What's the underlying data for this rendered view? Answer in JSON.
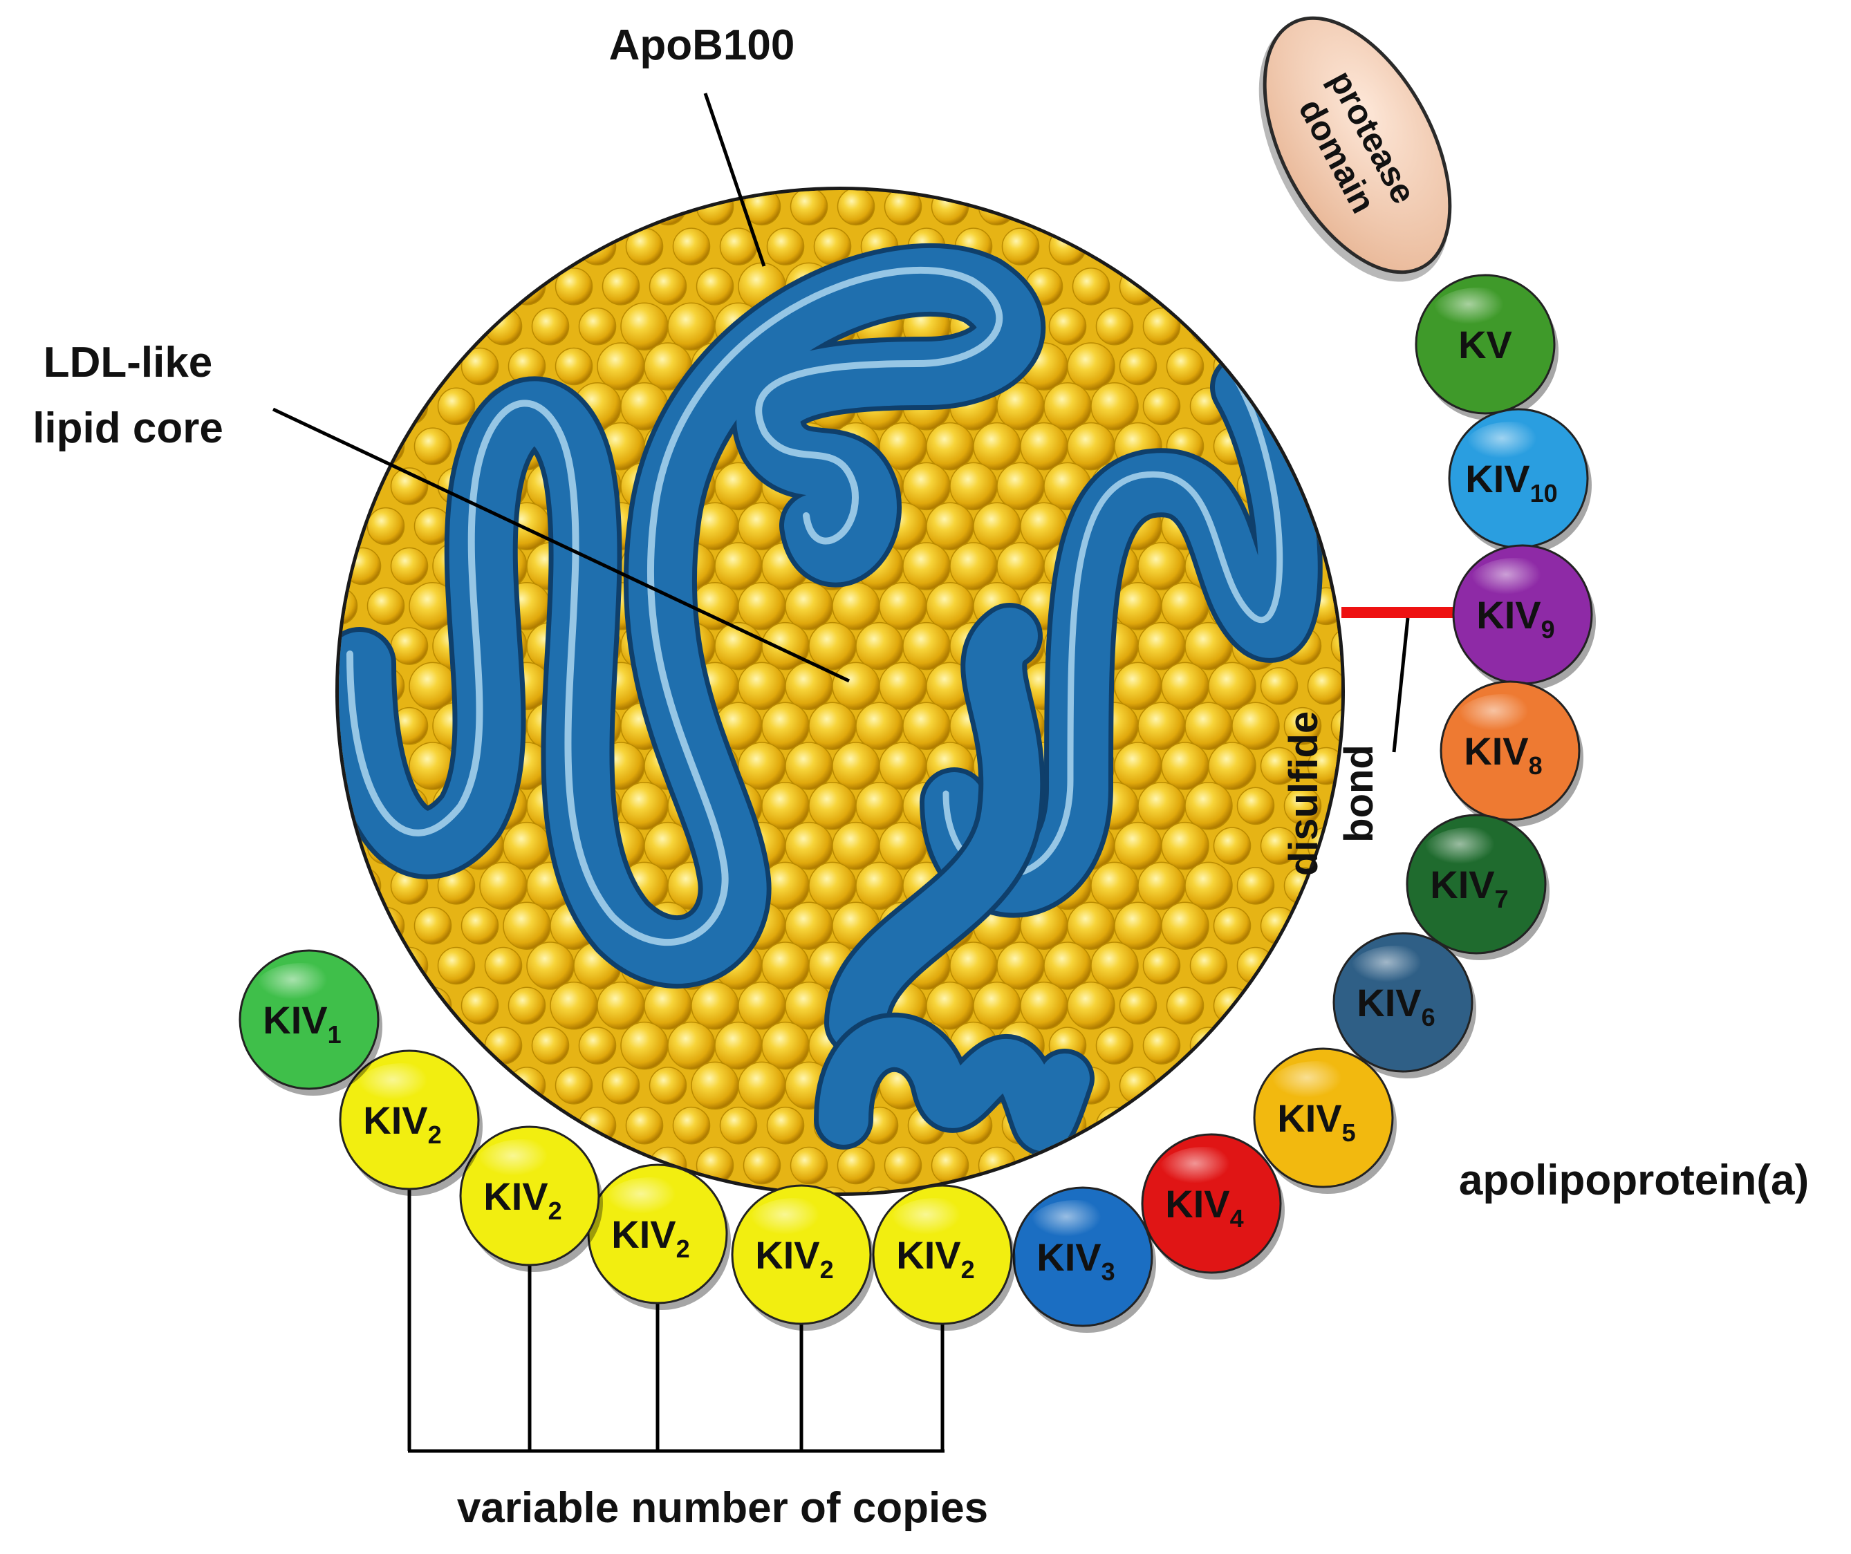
{
  "labels": {
    "apob100": "ApoB100",
    "lipid_core_line1": "LDL-like",
    "lipid_core_line2": "lipid core",
    "protease_line1": "protease",
    "protease_line2": "domain",
    "disulfide_line1": "disulfide",
    "disulfide_line2": "bond",
    "apolipoprotein": "apolipoprotein(a)",
    "variable_copies": "variable number of copies"
  },
  "kringles": [
    {
      "id": "kv",
      "base": "KV",
      "sub": "",
      "color": "#3f9a2a"
    },
    {
      "id": "kiv10",
      "base": "KIV",
      "sub": "10",
      "color": "#2a9ee0"
    },
    {
      "id": "kiv9",
      "base": "KIV",
      "sub": "9",
      "color": "#8e2aa6"
    },
    {
      "id": "kiv8",
      "base": "KIV",
      "sub": "8",
      "color": "#ee7a32"
    },
    {
      "id": "kiv7",
      "base": "KIV",
      "sub": "7",
      "color": "#1f6b2e"
    },
    {
      "id": "kiv6",
      "base": "KIV",
      "sub": "6",
      "color": "#2f5f86"
    },
    {
      "id": "kiv5",
      "base": "KIV",
      "sub": "5",
      "color": "#f2b90f"
    },
    {
      "id": "kiv4",
      "base": "KIV",
      "sub": "4",
      "color": "#e01515"
    },
    {
      "id": "kiv3",
      "base": "KIV",
      "sub": "3",
      "color": "#1b6ec2"
    },
    {
      "id": "kiv2e",
      "base": "KIV",
      "sub": "2",
      "color": "#f2ee10"
    },
    {
      "id": "kiv2d",
      "base": "KIV",
      "sub": "2",
      "color": "#f2ee10"
    },
    {
      "id": "kiv2c",
      "base": "KIV",
      "sub": "2",
      "color": "#f2ee10"
    },
    {
      "id": "kiv2b",
      "base": "KIV",
      "sub": "2",
      "color": "#f2ee10"
    },
    {
      "id": "kiv2a",
      "base": "KIV",
      "sub": "2",
      "color": "#f2ee10"
    },
    {
      "id": "kiv1",
      "base": "KIV",
      "sub": "1",
      "color": "#3fbf4a"
    }
  ],
  "colors": {
    "protease_fill": "#f7d3bd",
    "apob_blue": "#1f6fae",
    "lipid_yellow": "#f2c51a",
    "disulfide_red": "#ee1111"
  }
}
